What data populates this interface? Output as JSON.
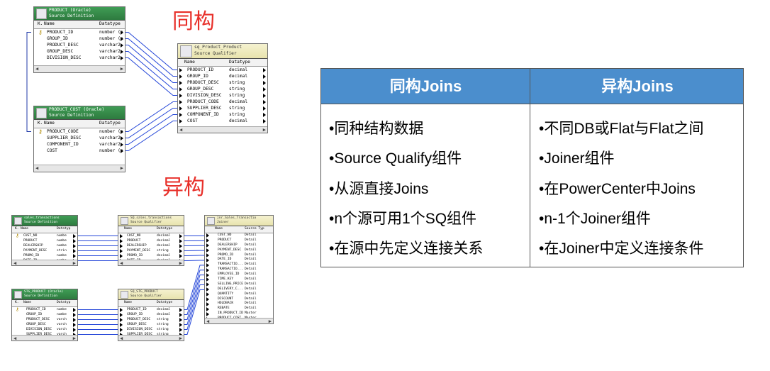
{
  "labels": {
    "isomorphic": "同构",
    "heterogeneous": "异构"
  },
  "table": {
    "headers": [
      "同构Joins",
      "异构Joins"
    ],
    "left": [
      "•同种结构数据",
      "•Source Qualify组件",
      "•从源直接Joins",
      "•n个源可用1个SQ组件",
      "•在源中先定义连接关系"
    ],
    "right": [
      "•不同DB或Flat与Flat之间",
      "•Joiner组件",
      "•在PowerCenter中Joins",
      "•n-1个Joiner组件",
      "•在Joiner中定义连接条件"
    ]
  },
  "panels": {
    "p1": {
      "title": "PRODUCT (Oracle)",
      "subtitle": "Source Definition",
      "cols": [
        "K.",
        "Name",
        "Datatype"
      ],
      "rows": [
        [
          "PRODUCT_ID",
          "number (p"
        ],
        [
          "GROUP_ID",
          "number (p"
        ],
        [
          "PRODUCT_DESC",
          "varchar2"
        ],
        [
          "GROUP_DESC",
          "varchar2"
        ],
        [
          "DIVISION_DESC",
          "varchar2"
        ]
      ]
    },
    "p2": {
      "title": "PRODUCT_COST (Oracle)",
      "subtitle": "Source Definition",
      "cols": [
        "K.",
        "Name",
        "Datatype"
      ],
      "rows": [
        [
          "PRODUCT_CODE",
          "number (p"
        ],
        [
          "SUPPLIER_DESC",
          "varchar2"
        ],
        [
          "COMPONENT_ID",
          "varchar2"
        ],
        [
          "COST",
          "number (p"
        ]
      ]
    },
    "p3": {
      "title": "sq_Product_Product",
      "subtitle": "Source Qualifier",
      "cols": [
        "Name",
        "Datatype"
      ],
      "rows": [
        [
          "PRODUCT_ID",
          "decimal"
        ],
        [
          "GROUP_ID",
          "decimal"
        ],
        [
          "PRODUCT_DESC",
          "string"
        ],
        [
          "GROUP_DESC",
          "string"
        ],
        [
          "DIVISION_DESC",
          "string"
        ],
        [
          "PRODUCT_CODE",
          "decimal"
        ],
        [
          "SUPPLIER_DESC",
          "string"
        ],
        [
          "COMPONENT_ID",
          "string"
        ],
        [
          "COST",
          "decimal"
        ]
      ]
    },
    "p4": {
      "title": "sales_transactions",
      "subtitle": "Source Definition",
      "cols": [
        "K.",
        "Name",
        "Datatyp"
      ],
      "rows": [
        [
          "CUST_NO",
          "numbe"
        ],
        [
          "PRODUCT",
          "numbe"
        ],
        [
          "DEALERSHIP",
          "numbe"
        ],
        [
          "PAYMENT_DESC",
          "strin"
        ],
        [
          "PROMO_ID",
          "numbe"
        ],
        [
          "DATE_ID",
          "numbe"
        ]
      ]
    },
    "p5": {
      "title": "SQ_sales_transactions",
      "subtitle": "Source Qualifier",
      "cols": [
        "Name",
        "Datatype"
      ],
      "rows": [
        [
          "CUST_NO",
          "decimal"
        ],
        [
          "PRODUCT",
          "decimal"
        ],
        [
          "DEALERSHIP",
          "decimal"
        ],
        [
          "PAYMENT_DESC",
          "string"
        ],
        [
          "PROMO_ID",
          "decimal"
        ],
        [
          "DATE_ID",
          "decimal"
        ]
      ]
    },
    "p6": {
      "title": "jnr_Sales_Transactio",
      "subtitle": "Joiner",
      "cols": [
        "Name",
        "Source Typ"
      ],
      "rows": [
        [
          "CUST_NO",
          "Detail"
        ],
        [
          "PRODUCT",
          "Detail"
        ],
        [
          "DEALERSHIP",
          "Detail"
        ],
        [
          "PAYMENT_DESC",
          "Detail"
        ],
        [
          "PROMO_ID",
          "Detail"
        ],
        [
          "DATE_ID",
          "Detail"
        ],
        [
          "TRANSACTIO...",
          "Detail"
        ],
        [
          "TRANSACTIO...",
          "Detail"
        ],
        [
          "EMPLOYEE_ID",
          "Detail"
        ],
        [
          "TIME_KEY",
          "Detail"
        ],
        [
          "SELLING_PRICE",
          "Detail"
        ],
        [
          "DELIVERY_C...",
          "Detail"
        ],
        [
          "QUANTITY",
          "Detail"
        ],
        [
          "DISCOUNT",
          "Detail"
        ],
        [
          "HOLDBACK",
          "Detail"
        ],
        [
          "REBATE",
          "Detail"
        ],
        [
          "IN_PRODUCT_ID",
          "Master"
        ],
        [
          "PRODUCT_COST",
          "Master"
        ]
      ]
    },
    "p7": {
      "title": "STG_PRODUCT (Oracle)",
      "subtitle": "Source Definition",
      "cols": [
        "K.",
        "Name",
        "Datatyp"
      ],
      "rows": [
        [
          "PRODUCT_ID",
          "numbe"
        ],
        [
          "GROUP_ID",
          "numbe"
        ],
        [
          "PRODUCT_DESC",
          "varch"
        ],
        [
          "GROUP_DESC",
          "varch"
        ],
        [
          "DIVISION_DESC",
          "varch"
        ],
        [
          "SUPPLIER_DESC",
          "varch"
        ]
      ]
    },
    "p8": {
      "title": "SQ_STG_PRODUCT",
      "subtitle": "Source Qualifier",
      "cols": [
        "Name",
        "Datatype"
      ],
      "rows": [
        [
          "PRODUCT_ID",
          "decimal"
        ],
        [
          "GROUP_ID",
          "decimal"
        ],
        [
          "PRODUCT_DESC",
          "string"
        ],
        [
          "GROUP_DESC",
          "string"
        ],
        [
          "DIVISION_DESC",
          "string"
        ],
        [
          "SUPPLIER_DESC",
          "string"
        ]
      ]
    }
  }
}
